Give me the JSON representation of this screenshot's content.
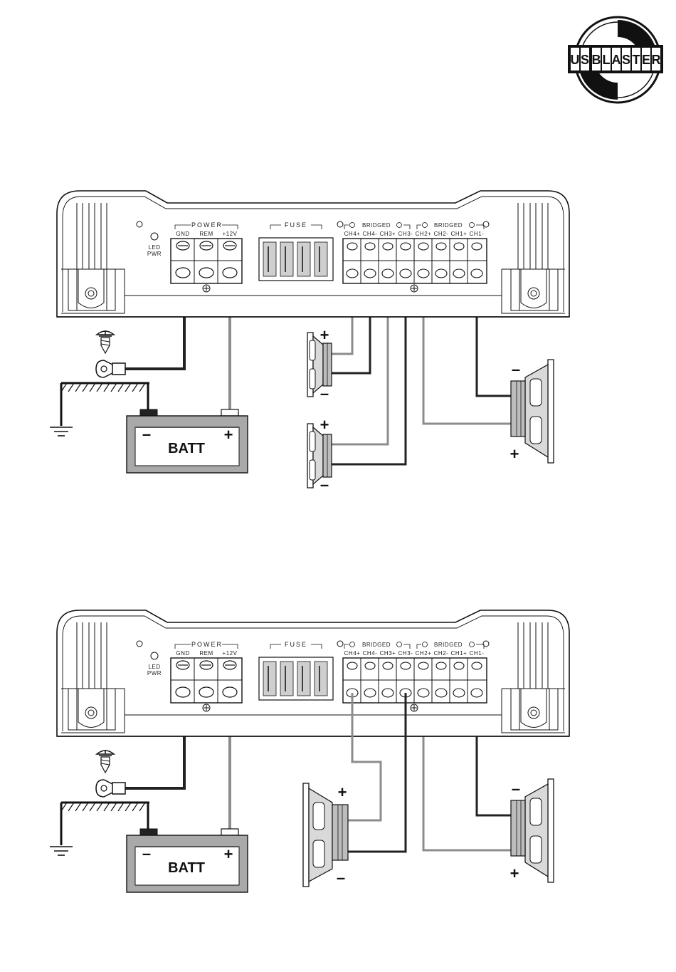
{
  "logo": {
    "letters": [
      "U",
      "S",
      "B",
      "L",
      "A",
      "S",
      "T",
      "E",
      "R"
    ]
  },
  "amp": {
    "led_label_1": "LED",
    "led_label_2": "PWR",
    "power_label": "POWER",
    "power_terminals": [
      "GND",
      "REM",
      "+12V"
    ],
    "fuse_label": "FUSE",
    "bridged_label": "BRIDGED",
    "speaker_terminals": [
      "CH4+",
      "CH4-",
      "CH3+",
      "CH3-",
      "CH2+",
      "CH2-",
      "CH1+",
      "CH1-"
    ]
  },
  "battery": {
    "label": "BATT",
    "minus": "–",
    "plus": "+"
  },
  "speaker_signs": {
    "plus": "+",
    "minus": "–"
  },
  "colors": {
    "black_wire": "#222222",
    "gray_wire": "#8c8c8c",
    "outline": "#111111"
  }
}
